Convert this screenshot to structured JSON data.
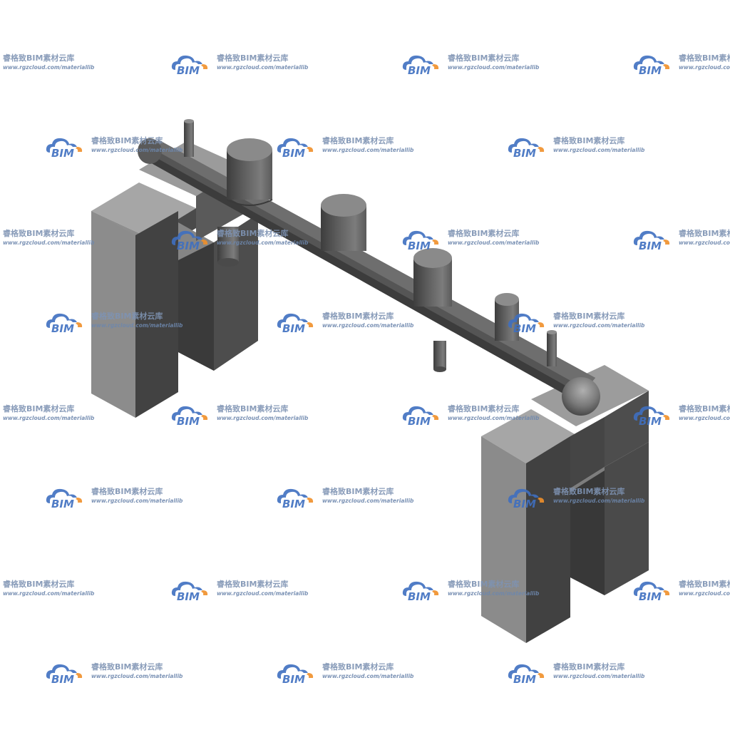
{
  "watermark": {
    "logo_text": "BIM",
    "name": "睿格致BIM素材云库",
    "url": "www.rgzcloud.com/materiallib",
    "logo_blue": "#3f6fc0",
    "logo_orange": "#f0902a",
    "text_color": "#7e93b3"
  },
  "model": {
    "description_icon": "pipe-rack-3d-model",
    "light_face": "#8a8a8a",
    "dark_face": "#3e3e3e",
    "top_face": "#a3a3a3"
  }
}
